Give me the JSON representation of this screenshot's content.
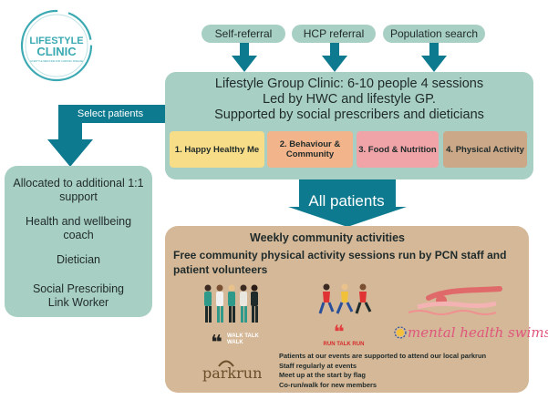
{
  "logo": {
    "line1": "LIFESTYLE",
    "line2": "CLINIC",
    "tagline": "LIFESTYLE MEDICINE FOR CHRONIC DISEASE"
  },
  "referrals": [
    "Self-referral",
    "HCP referral",
    "Population search"
  ],
  "clinic": {
    "lines": [
      "Lifestyle Group Clinic: 6-10 people 4 sessions",
      "Led by HWC and lifestyle GP.",
      "Supported by social prescribers and dieticians"
    ],
    "sessions": [
      {
        "label": "1. Happy Healthy Me",
        "color": "#f7dd87"
      },
      {
        "label": "2. Behaviour & Community",
        "color": "#f2b48a"
      },
      {
        "label": "3. Food & Nutrition",
        "color": "#f0a4a8"
      },
      {
        "label": "4. Physical Activity",
        "color": "#caa888"
      }
    ]
  },
  "select_patients": "Select patients",
  "support": {
    "heading": "Allocated to additional 1:1 support",
    "items": [
      "Health and wellbeing coach",
      "Dietician",
      "Social Prescribing Link Worker"
    ]
  },
  "all_patients": "All patients",
  "weekly": {
    "title": "Weekly community activities",
    "subtitle": "Free community physical activity sessions run by PCN staff and patient volunteers",
    "walk_talk_walk": "WALK TALK WALK",
    "run_talk_run": "RUN TALK RUN",
    "mental_health_swims": "mental health swims",
    "parkrun": "parkrun",
    "notes": [
      "Patients at our events are supported to attend our local parkrun",
      "Staff regularly at events",
      "Meet up at the start by flag",
      "Co-run/walk for new members"
    ]
  },
  "colors": {
    "teal_box": "#a8cfc3",
    "arrow": "#0e7a8f",
    "activities_box": "#d4b898",
    "logo_teal": "#3aa9b2"
  },
  "icons": [
    "lifestyle-clinic-logo",
    "walkers-illustration",
    "runners-illustration",
    "swimmer-illustration",
    "parkrun-logo"
  ]
}
